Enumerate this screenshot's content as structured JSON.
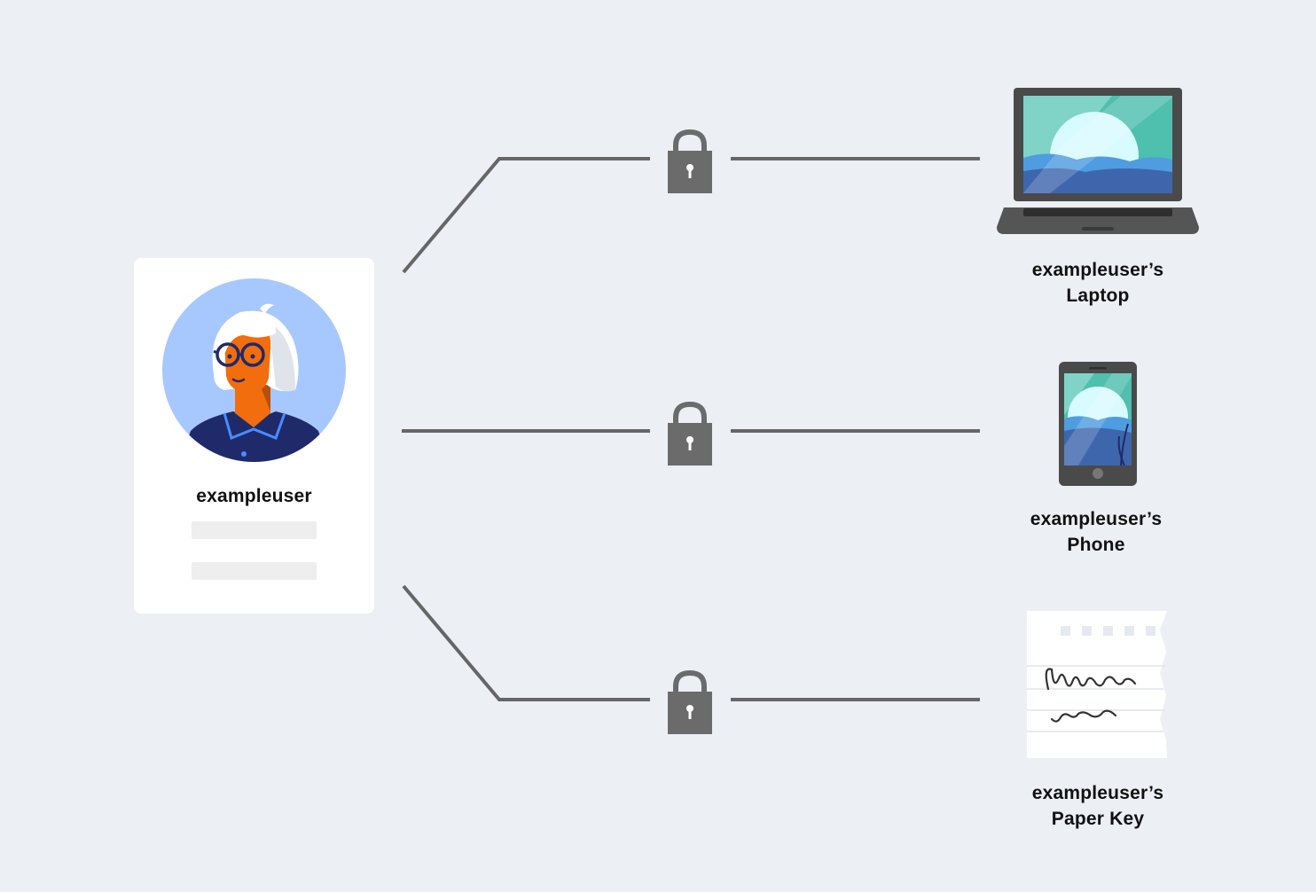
{
  "user": {
    "name": "exampleuser"
  },
  "devices": [
    {
      "id": "laptop",
      "label_line1": "exampleuser’s",
      "label_line2": "Laptop",
      "icon": "laptop-icon"
    },
    {
      "id": "phone",
      "label_line1": "exampleuser’s",
      "label_line2": "Phone",
      "icon": "phone-icon"
    },
    {
      "id": "paper-key",
      "label_line1": "exampleuser’s",
      "label_line2": "Paper Key",
      "icon": "paper-key-icon"
    }
  ],
  "colors": {
    "background": "#eceff4",
    "line": "#666666",
    "lock": "#6b6b6b",
    "avatar_bg": "#a6c8ff",
    "skin": "#f26d0d",
    "shirt": "#1f2a6b",
    "screen_teal": "#4fbfae",
    "screen_blue": "#3e66ad"
  }
}
